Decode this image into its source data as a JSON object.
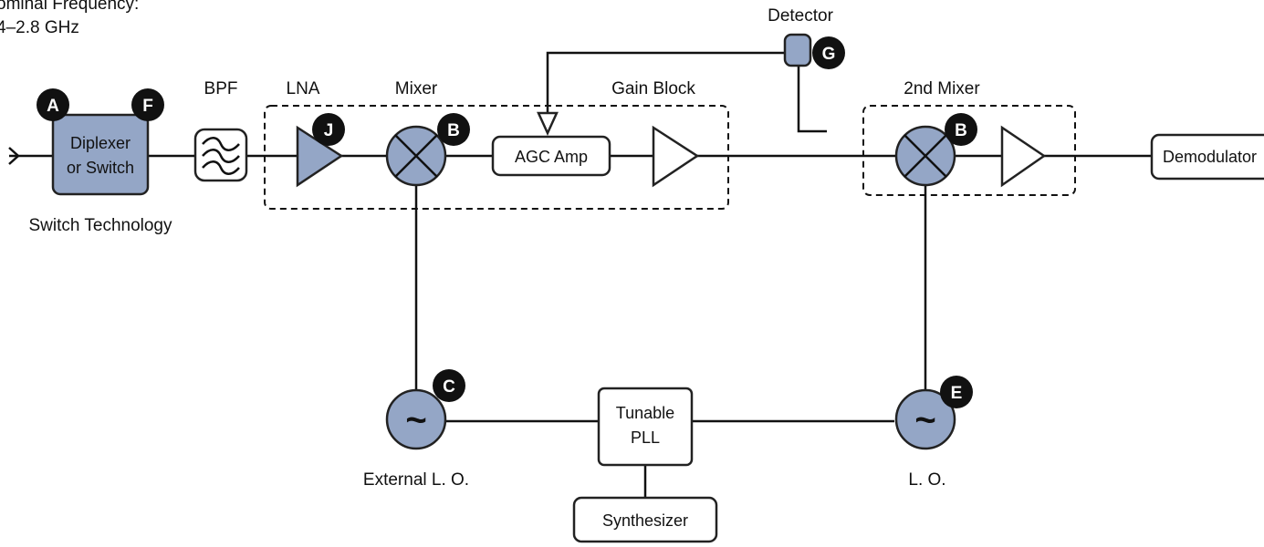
{
  "header": {
    "freq_line1": "ominal Frequency:",
    "freq_line2": "4–2.8 GHz"
  },
  "labels": {
    "detector": "Detector",
    "lna": "LNA",
    "mixer": "Mixer",
    "gain_block": "Gain Block",
    "second_mixer": "2nd Mixer",
    "bpf": "BPF",
    "switch_technology": "Switch Technology",
    "external_lo": "External L. O.",
    "lo": "L. O."
  },
  "blocks": {
    "diplexer_line1": "Diplexer",
    "diplexer_line2": "or Switch",
    "agc_amp": "AGC Amp",
    "demodulator": "Demodulator",
    "tunable_line1": "Tunable",
    "tunable_line2": "PLL",
    "synthesizer": "Synthesizer"
  },
  "symbols": {
    "oscillator_glyph": "~"
  },
  "badges": {
    "a": "A",
    "f": "F",
    "j": "J",
    "b1": "B",
    "b2": "B",
    "c": "C",
    "e": "E",
    "g": "G"
  },
  "colors": {
    "component_fill": "#94a6c6",
    "badge_fill": "#111111",
    "line": "#111111"
  }
}
